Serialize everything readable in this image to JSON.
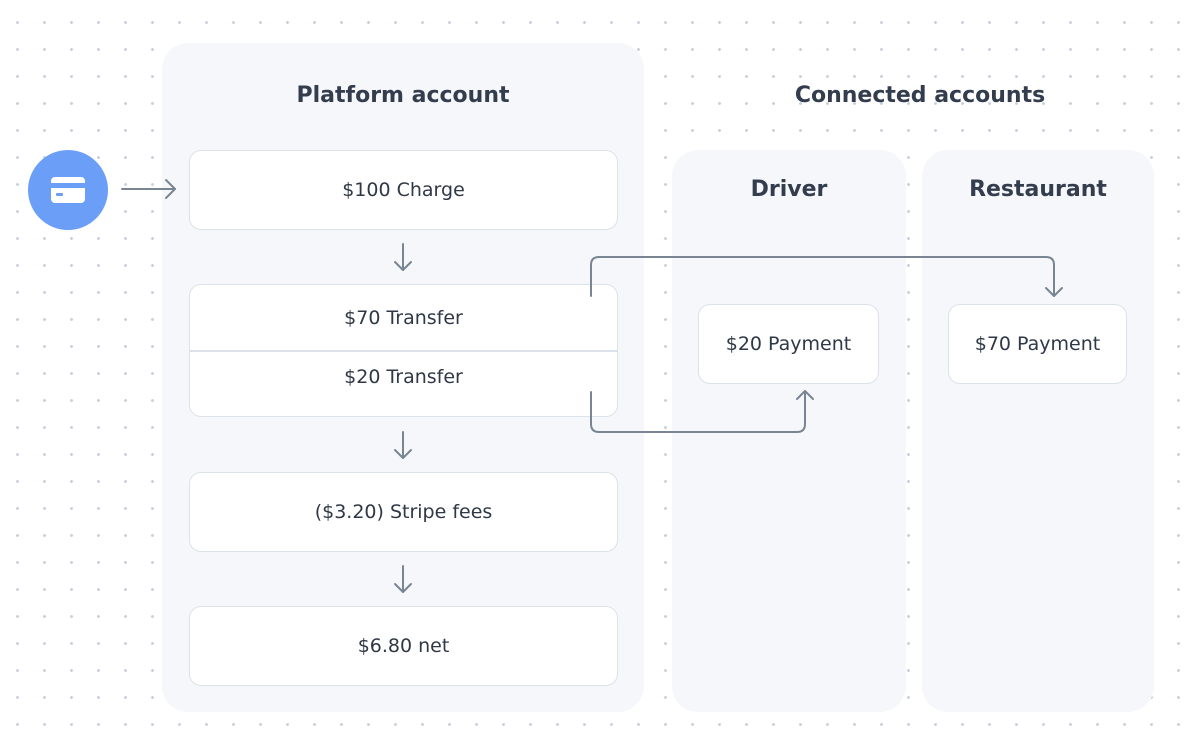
{
  "platform": {
    "heading": "Platform account",
    "charge": "$100 Charge",
    "transfer_70": "$70 Transfer",
    "transfer_20": "$20 Transfer",
    "fees": "($3.20) Stripe fees",
    "net": "$6.80 net"
  },
  "connected": {
    "heading": "Connected accounts",
    "driver": {
      "heading": "Driver",
      "payment": "$20 Payment"
    },
    "restaurant": {
      "heading": "Restaurant",
      "payment": "$70 Payment"
    }
  },
  "icons": {
    "payment_source": "credit-card-icon",
    "flow": "arrow-icon"
  },
  "colors": {
    "accent": "#6b9ff7",
    "panel": "#f5f7fa",
    "arrow": "#7a8594",
    "text": "#333d4d"
  }
}
